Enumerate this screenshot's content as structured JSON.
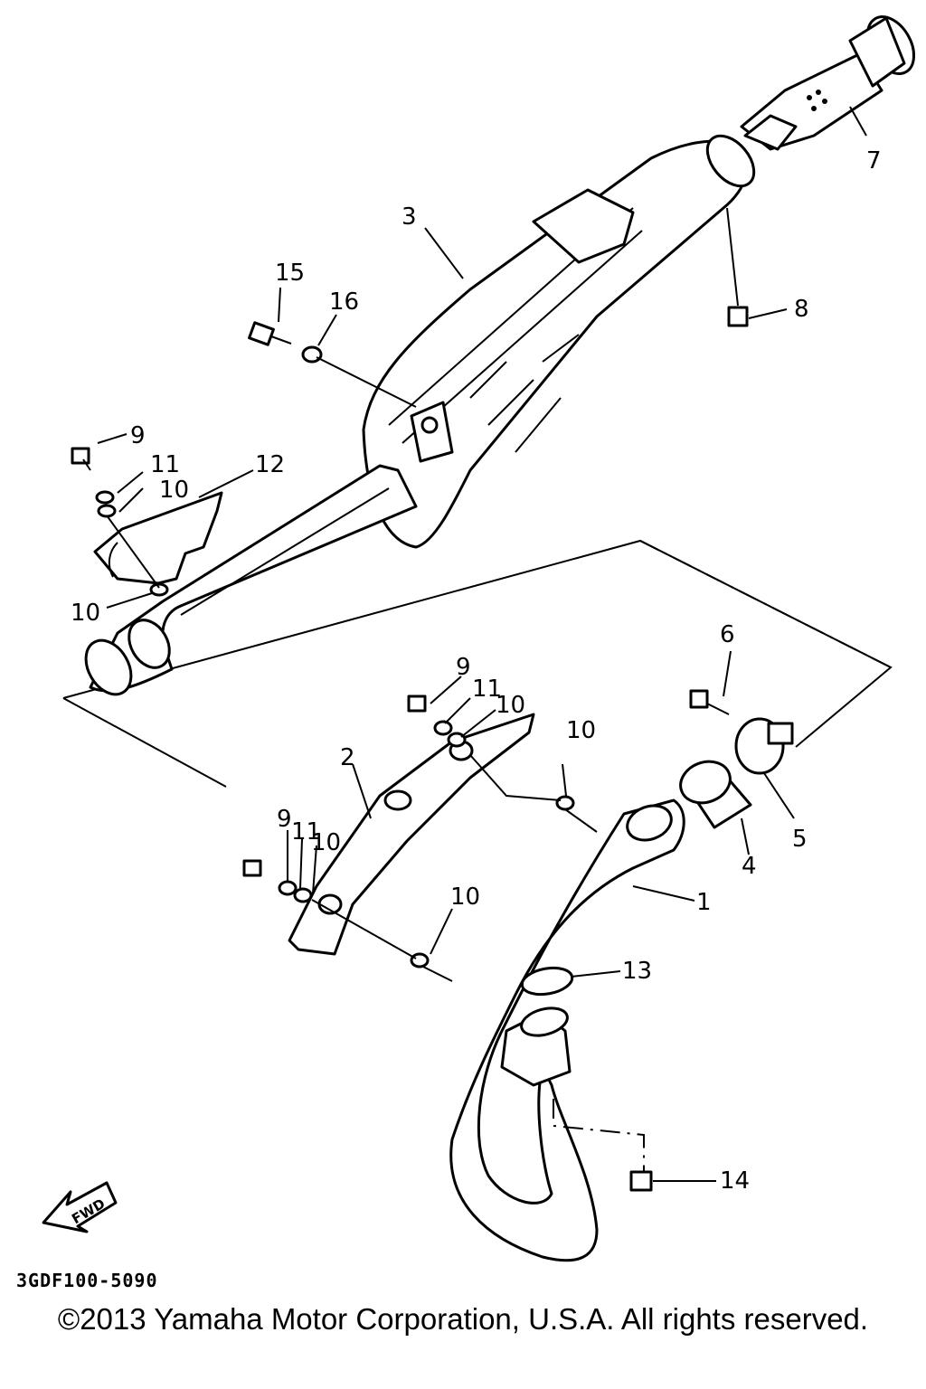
{
  "callouts": [
    "1",
    "2",
    "3",
    "4",
    "5",
    "6",
    "7",
    "8",
    "9",
    "10",
    "11",
    "12",
    "13",
    "14",
    "15",
    "16"
  ],
  "fwd_arrow_label": "FWD",
  "diagram_code": "3GDF100-5090",
  "copyright": "©2013 Yamaha Motor Corporation, U.S.A. All rights reserved."
}
